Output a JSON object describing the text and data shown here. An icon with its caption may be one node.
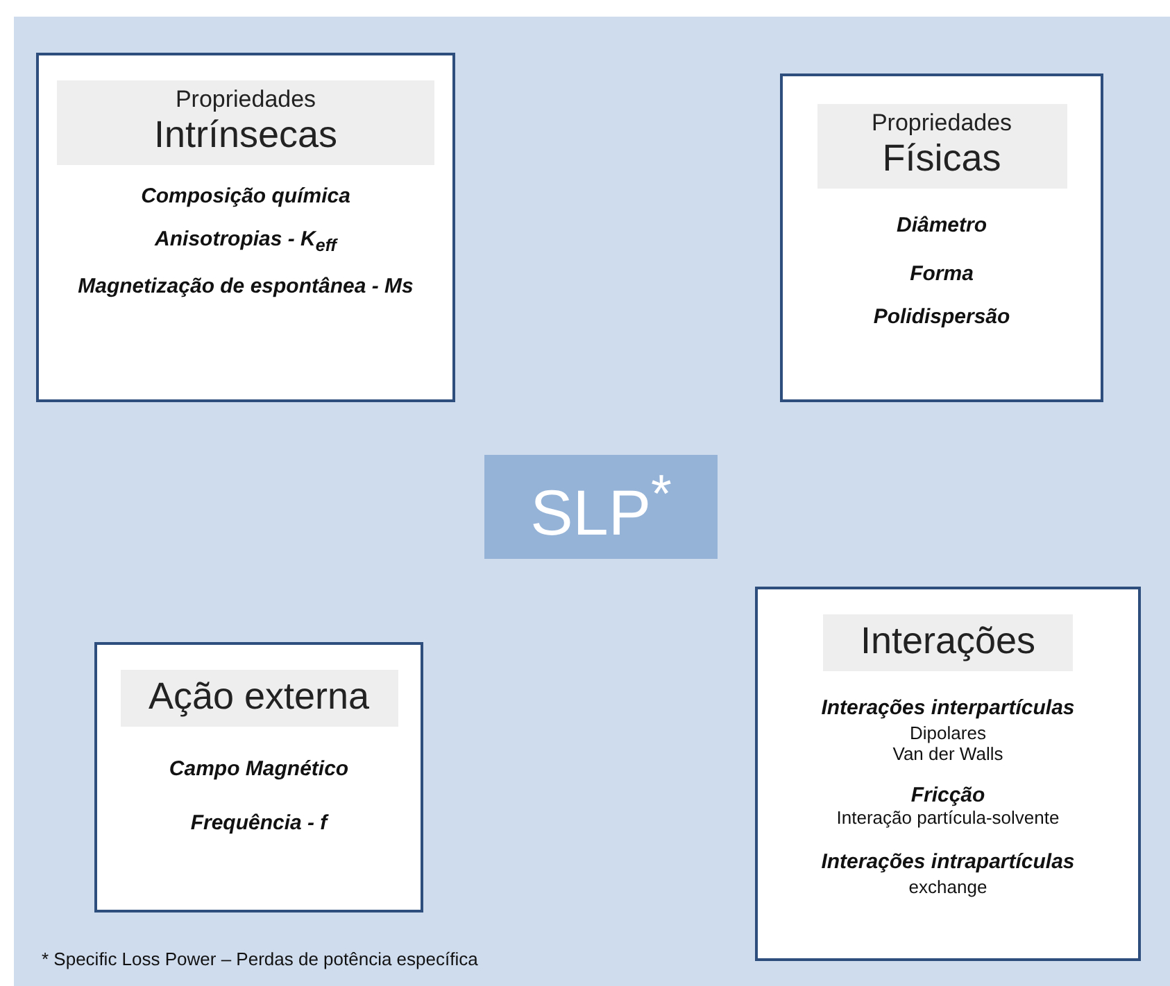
{
  "diagram": {
    "nodes": [
      {
        "text": [
          "Propriedades",
          "Intrínsecas",
          "Composição química",
          "Anisotropias - K$_{eff}$",
          "Magnetização de espontânea - Ms"
        ]
      },
      {
        "text": [
          "Propriedades",
          "Físicas",
          "Diâmetro",
          "Forma",
          "Polidispersão"
        ]
      },
      {
        "text": [
          "SLP$^{*}$"
        ]
      },
      {
        "text": [
          "Ação externa",
          "Campo Magnético",
          "Frequência - f"
        ]
      },
      {
        "text": [
          "Interações",
          "Interações interpartículas",
          "Dipolares",
          "Van der Walls",
          "Fricção",
          "Interação partícula-solvente",
          "Interações intrapartículas",
          "exchange"
        ]
      }
    ],
    "edges": [],
    "labels": [
      "* Specific Loss Power – Perdas de potência específica"
    ]
  }
}
